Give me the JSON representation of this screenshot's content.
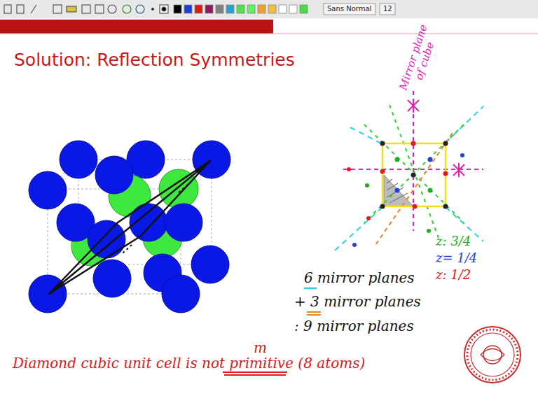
{
  "diagram": {
    "title": "Solution: Reflection Symmetries",
    "labels": [
      "Sans Normal",
      "12",
      "Mirror plane of cube",
      "z: 3/4",
      "z= 1/4",
      "z: 1/2",
      "6 mirror planes",
      "+ 3 mirror planes",
      ": 9 mirror planes",
      "m",
      "Diamond cubic unit cell is not primitive (8 atoms)"
    ]
  }
}
